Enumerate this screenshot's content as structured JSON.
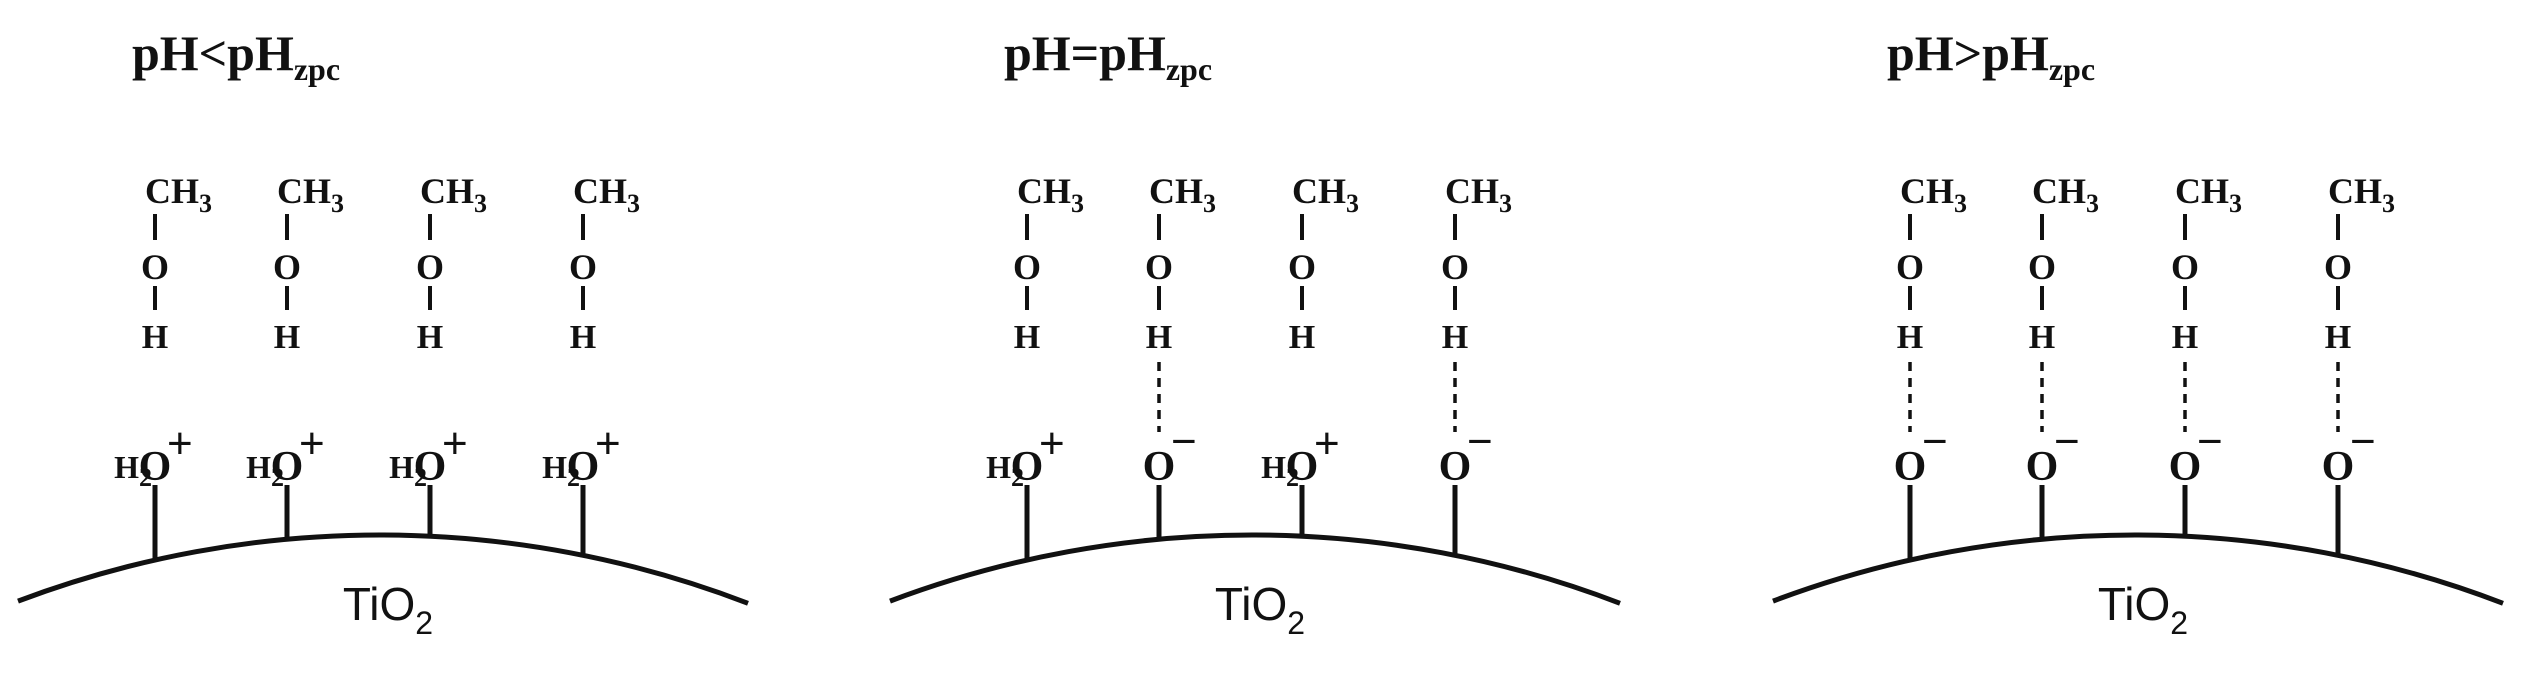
{
  "panels": [
    {
      "title": {
        "main": "pH<pH",
        "sub": "zpc"
      },
      "surface": {
        "main": "TiO",
        "sub": "2"
      },
      "sites": [
        {
          "methanol": {
            "ch": "CH",
            "ch_sub": "3",
            "o": "O",
            "h": "H"
          },
          "hbond": false,
          "group": {
            "type": "water",
            "h": "H",
            "h_sub": "2",
            "o": "O",
            "charge": "+"
          }
        },
        {
          "methanol": {
            "ch": "CH",
            "ch_sub": "3",
            "o": "O",
            "h": "H"
          },
          "hbond": false,
          "group": {
            "type": "water",
            "h": "H",
            "h_sub": "2",
            "o": "O",
            "charge": "+"
          }
        },
        {
          "methanol": {
            "ch": "CH",
            "ch_sub": "3",
            "o": "O",
            "h": "H"
          },
          "hbond": false,
          "group": {
            "type": "water",
            "h": "H",
            "h_sub": "2",
            "o": "O",
            "charge": "+"
          }
        },
        {
          "methanol": {
            "ch": "CH",
            "ch_sub": "3",
            "o": "O",
            "h": "H"
          },
          "hbond": false,
          "group": {
            "type": "water",
            "h": "H",
            "h_sub": "2",
            "o": "O",
            "charge": "+"
          }
        }
      ]
    },
    {
      "title": {
        "main": "pH=pH",
        "sub": "zpc"
      },
      "surface": {
        "main": "TiO",
        "sub": "2"
      },
      "sites": [
        {
          "methanol": {
            "ch": "CH",
            "ch_sub": "3",
            "o": "O",
            "h": "H"
          },
          "hbond": false,
          "group": {
            "type": "water",
            "h": "H",
            "h_sub": "2",
            "o": "O",
            "charge": "+"
          }
        },
        {
          "methanol": {
            "ch": "CH",
            "ch_sub": "3",
            "o": "O",
            "h": "H"
          },
          "hbond": true,
          "group": {
            "type": "oxide",
            "o": "O",
            "charge": "−"
          }
        },
        {
          "methanol": {
            "ch": "CH",
            "ch_sub": "3",
            "o": "O",
            "h": "H"
          },
          "hbond": false,
          "group": {
            "type": "water",
            "h": "H",
            "h_sub": "2",
            "o": "O",
            "charge": "+"
          }
        },
        {
          "methanol": {
            "ch": "CH",
            "ch_sub": "3",
            "o": "O",
            "h": "H"
          },
          "hbond": true,
          "group": {
            "type": "oxide",
            "o": "O",
            "charge": "−"
          }
        }
      ]
    },
    {
      "title": {
        "main": "pH>pH",
        "sub": "zpc"
      },
      "surface": {
        "main": "TiO",
        "sub": "2"
      },
      "sites": [
        {
          "methanol": {
            "ch": "CH",
            "ch_sub": "3",
            "o": "O",
            "h": "H"
          },
          "hbond": true,
          "group": {
            "type": "oxide",
            "o": "O",
            "charge": "−"
          }
        },
        {
          "methanol": {
            "ch": "CH",
            "ch_sub": "3",
            "o": "O",
            "h": "H"
          },
          "hbond": true,
          "group": {
            "type": "oxide",
            "o": "O",
            "charge": "−"
          }
        },
        {
          "methanol": {
            "ch": "CH",
            "ch_sub": "3",
            "o": "O",
            "h": "H"
          },
          "hbond": true,
          "group": {
            "type": "oxide",
            "o": "O",
            "charge": "−"
          }
        },
        {
          "methanol": {
            "ch": "CH",
            "ch_sub": "3",
            "o": "O",
            "h": "H"
          },
          "hbond": true,
          "group": {
            "type": "oxide",
            "o": "O",
            "charge": "−"
          }
        }
      ]
    }
  ]
}
